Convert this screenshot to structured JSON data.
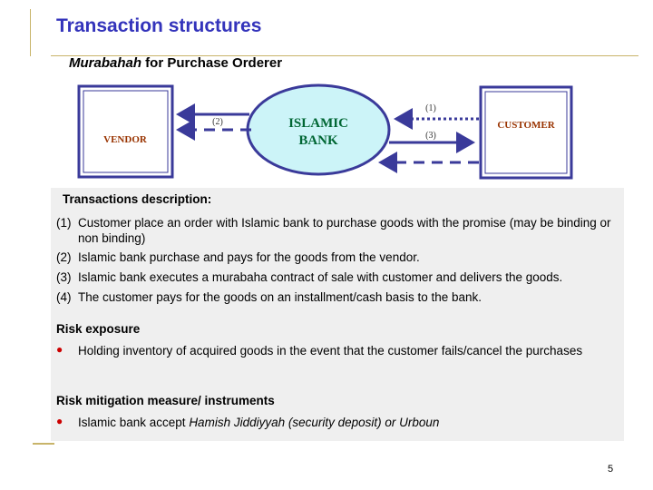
{
  "title": "Transaction structures",
  "subtitle": {
    "italic": "Murabahah",
    "rest": " for Purchase Orderer"
  },
  "diagram": {
    "vendor": "VENDOR",
    "bank_line1": "ISLAMIC",
    "bank_line2": "BANK",
    "customer": "CUSTOMER",
    "arrow1": "(1)",
    "arrow2": "(2)",
    "arrow3": "(3)"
  },
  "description": {
    "heading": "Transactions description:",
    "items": [
      {
        "num": "(1)",
        "text": "Customer place an order with Islamic bank to purchase goods with the promise (may be binding or non binding)"
      },
      {
        "num": "(2)",
        "text": "Islamic bank purchase and pays for the goods from the vendor."
      },
      {
        "num": "(3)",
        "text": "Islamic bank executes a murabaha contract of sale with customer and delivers the goods."
      },
      {
        "num": "(4)",
        "text": "The customer pays for the goods on an installment/cash basis to the bank."
      }
    ]
  },
  "risk": {
    "heading": "Risk exposure",
    "bullet": "Holding inventory of acquired goods in the event that the customer fails/cancel  the purchases"
  },
  "mitigation": {
    "heading": "Risk mitigation measure/ instruments",
    "bullet_plain": "Islamic bank accept ",
    "bullet_italic": "Hamish Jiddiyyah (security deposit) or Urboun"
  },
  "page_number": "5",
  "colors": {
    "title": "#3333bb",
    "arrow": "#3a3a9a",
    "bank_fill": "#ccf4f8",
    "label_red": "#993300"
  }
}
